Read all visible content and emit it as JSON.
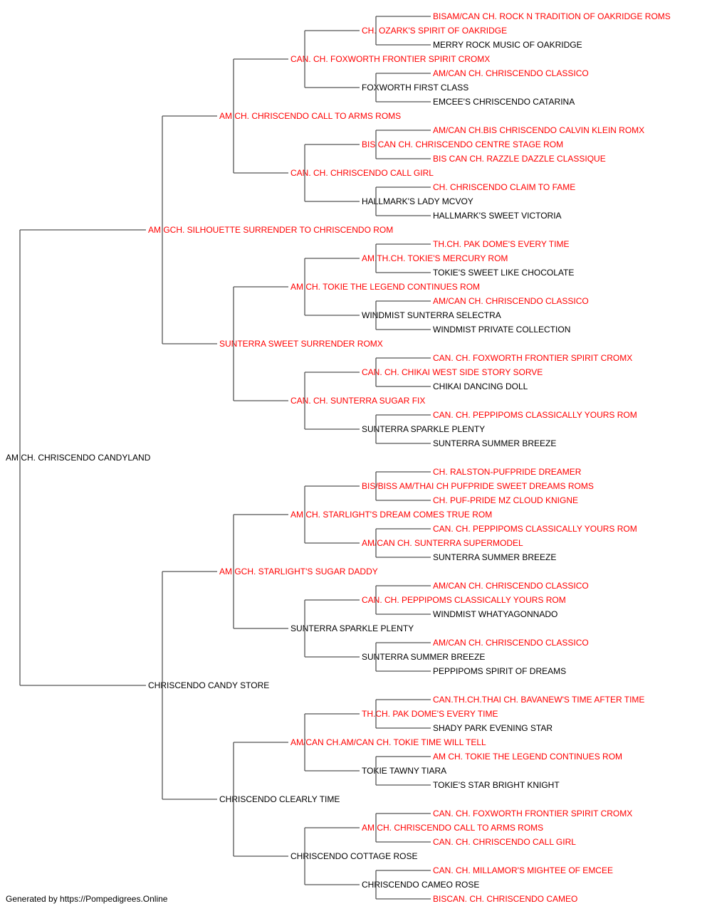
{
  "colors": {
    "titled": "#ff0000",
    "plain": "#000000",
    "line": "#555555"
  },
  "pedigree": {
    "name": "AM CH. CHRISCENDO CANDYLAND",
    "titled": false,
    "sire": {
      "name": "AM GCH. SILHOUETTE SURRENDER TO CHRISCENDO ROM",
      "titled": true,
      "sire": {
        "name": "AM CH. CHRISCENDO CALL TO ARMS ROMS",
        "titled": true,
        "sire": {
          "name": "CAN. CH. FOXWORTH FRONTIER SPIRIT CROMX",
          "titled": true,
          "sire": {
            "name": "CH. OZARK'S SPIRIT OF OAKRIDGE",
            "titled": true,
            "sire": {
              "name": "BISAM/CAN CH. ROCK N TRADITION OF OAKRIDGE ROMS",
              "titled": true
            },
            "dam": {
              "name": "MERRY ROCK MUSIC OF OAKRIDGE",
              "titled": false
            }
          },
          "dam": {
            "name": "FOXWORTH FIRST CLASS",
            "titled": false,
            "sire": {
              "name": "AM/CAN CH. CHRISCENDO CLASSICO",
              "titled": true
            },
            "dam": {
              "name": "EMCEE'S CHRISCENDO CATARINA",
              "titled": false
            }
          }
        },
        "dam": {
          "name": "CAN. CH. CHRISCENDO CALL GIRL",
          "titled": true,
          "sire": {
            "name": "BIS CAN CH. CHRISCENDO CENTRE STAGE ROM",
            "titled": true,
            "sire": {
              "name": "AM/CAN CH.BIS CHRISCENDO CALVIN KLEIN ROMX",
              "titled": true
            },
            "dam": {
              "name": "BIS CAN CH. RAZZLE DAZZLE CLASSIQUE",
              "titled": true
            }
          },
          "dam": {
            "name": "HALLMARK'S LADY MCVOY",
            "titled": false,
            "sire": {
              "name": "CH. CHRISCENDO CLAIM TO FAME",
              "titled": true
            },
            "dam": {
              "name": "HALLMARK'S SWEET VICTORIA",
              "titled": false
            }
          }
        }
      },
      "dam": {
        "name": "SUNTERRA SWEET SURRENDER ROMX",
        "titled": true,
        "sire": {
          "name": "AM CH. TOKIE THE LEGEND CONTINUES ROM",
          "titled": true,
          "sire": {
            "name": "AM.TH.CH. TOKIE'S MERCURY ROM",
            "titled": true,
            "sire": {
              "name": "TH.CH. PAK DOME'S EVERY TIME",
              "titled": true
            },
            "dam": {
              "name": "TOKIE'S SWEET LIKE CHOCOLATE",
              "titled": false
            }
          },
          "dam": {
            "name": "WINDMIST SUNTERRA SELECTRA",
            "titled": false,
            "sire": {
              "name": "AM/CAN CH. CHRISCENDO CLASSICO",
              "titled": true
            },
            "dam": {
              "name": "WINDMIST PRIVATE COLLECTION",
              "titled": false
            }
          }
        },
        "dam": {
          "name": "CAN. CH. SUNTERRA SUGAR FIX",
          "titled": true,
          "sire": {
            "name": "CAN. CH. CHIKAI WEST SIDE STORY SORVE",
            "titled": true,
            "sire": {
              "name": "CAN. CH. FOXWORTH FRONTIER SPIRIT CROMX",
              "titled": true
            },
            "dam": {
              "name": "CHIKAI DANCING DOLL",
              "titled": false
            }
          },
          "dam": {
            "name": "SUNTERRA SPARKLE PLENTY",
            "titled": false,
            "sire": {
              "name": "CAN. CH. PEPPIPOMS CLASSICALLY YOURS ROM",
              "titled": true
            },
            "dam": {
              "name": "SUNTERRA SUMMER BREEZE",
              "titled": false
            }
          }
        }
      }
    },
    "dam": {
      "name": "CHRISCENDO CANDY STORE",
      "titled": false,
      "sire": {
        "name": "AM GCH. STARLIGHT'S SUGAR DADDY",
        "titled": true,
        "sire": {
          "name": "AM CH. STARLIGHT'S DREAM COMES TRUE ROM",
          "titled": true,
          "sire": {
            "name": "BIS/BISS AM/THAI CH PUFPRIDE SWEET DREAMS ROMS",
            "titled": true,
            "sire": {
              "name": "CH. RALSTON-PUFPRIDE DREAMER",
              "titled": true
            },
            "dam": {
              "name": "CH. PUF-PRIDE MZ CLOUD KNIGNE",
              "titled": true
            }
          },
          "dam": {
            "name": "AM/CAN CH. SUNTERRA SUPERMODEL",
            "titled": true,
            "sire": {
              "name": "CAN. CH. PEPPIPOMS CLASSICALLY YOURS ROM",
              "titled": true
            },
            "dam": {
              "name": "SUNTERRA SUMMER BREEZE",
              "titled": false
            }
          }
        },
        "dam": {
          "name": "SUNTERRA SPARKLE PLENTY",
          "titled": false,
          "sire": {
            "name": "CAN. CH. PEPPIPOMS CLASSICALLY YOURS ROM",
            "titled": true,
            "sire": {
              "name": "AM/CAN CH. CHRISCENDO CLASSICO",
              "titled": true
            },
            "dam": {
              "name": "WINDMIST WHATYAGONNADO",
              "titled": false
            }
          },
          "dam": {
            "name": "SUNTERRA SUMMER BREEZE",
            "titled": false,
            "sire": {
              "name": "AM/CAN CH. CHRISCENDO CLASSICO",
              "titled": true
            },
            "dam": {
              "name": "PEPPIPOMS SPIRIT OF DREAMS",
              "titled": false
            }
          }
        }
      },
      "dam": {
        "name": "CHRISCENDO CLEARLY TIME",
        "titled": false,
        "sire": {
          "name": "AM/CAN CH.AM/CAN CH. TOKIE TIME WILL TELL",
          "titled": true,
          "sire": {
            "name": "TH.CH. PAK DOME'S EVERY TIME",
            "titled": true,
            "sire": {
              "name": "CAN.TH.CH.THAI CH. BAVANEW'S TIME AFTER TIME",
              "titled": true
            },
            "dam": {
              "name": "SHADY PARK EVENING STAR",
              "titled": false
            }
          },
          "dam": {
            "name": "TOKIE TAWNY TIARA",
            "titled": false,
            "sire": {
              "name": "AM CH. TOKIE THE LEGEND CONTINUES ROM",
              "titled": true
            },
            "dam": {
              "name": "TOKIE'S STAR BRIGHT KNIGHT",
              "titled": false
            }
          }
        },
        "dam": {
          "name": "CHRISCENDO COTTAGE ROSE",
          "titled": false,
          "sire": {
            "name": "AM CH. CHRISCENDO CALL TO ARMS ROMS",
            "titled": true,
            "sire": {
              "name": "CAN. CH. FOXWORTH FRONTIER SPIRIT CROMX",
              "titled": true
            },
            "dam": {
              "name": "CAN. CH. CHRISCENDO CALL GIRL",
              "titled": true
            }
          },
          "dam": {
            "name": "CHRISCENDO CAMEO ROSE",
            "titled": false,
            "sire": {
              "name": "CAN. CH. MILLAMOR'S MIGHTEE OF EMCEE",
              "titled": true
            },
            "dam": {
              "name": "BISCAN. CH. CHRISCENDO CAMEO",
              "titled": true
            }
          }
        }
      }
    }
  },
  "footer": "Generated by https://Pompedigrees.Online"
}
